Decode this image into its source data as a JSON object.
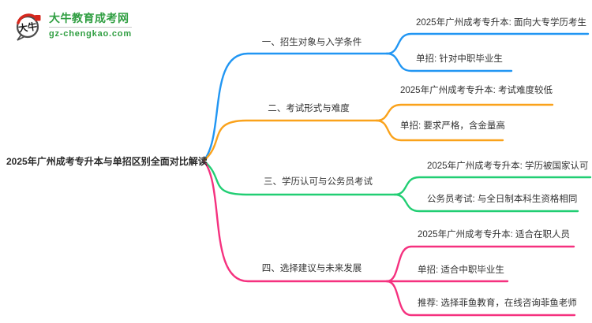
{
  "logo": {
    "icon_text": "大牛",
    "title": "大牛教育成考网",
    "domain": "gz-chengkao.com",
    "brand_green": "#2F9E41",
    "seal_red": "#D5281E"
  },
  "mindmap": {
    "root": {
      "label": "2025年广州成考专升本与单招区别全面对比解读"
    },
    "branches": [
      {
        "label": "一、招生对象与入学条件",
        "color": "#2196F3",
        "children": [
          {
            "label": "2025年广州成考专升本: 面向大专学历考生"
          },
          {
            "label": "单招: 针对中职毕业生"
          }
        ]
      },
      {
        "label": "二、考试形式与难度",
        "color": "#FAA21B",
        "children": [
          {
            "label": "2025年广州成考专升本: 考试难度较低"
          },
          {
            "label": "单招: 要求严格，含金量高"
          }
        ]
      },
      {
        "label": "三、学历认可与公务员考试",
        "color": "#21CE73",
        "children": [
          {
            "label": "2025年广州成考专升本: 学历被国家认可"
          },
          {
            "label": "公务员考试: 与全日制本科生资格相同"
          }
        ]
      },
      {
        "label": "四、选择建议与未来发展",
        "color": "#F5317F",
        "children": [
          {
            "label": "2025年广州成考专升本: 适合在职人员"
          },
          {
            "label": "单招: 适合中职毕业生"
          },
          {
            "label": "推荐: 选择菲鱼教育，在线咨询菲鱼老师"
          }
        ]
      }
    ]
  }
}
